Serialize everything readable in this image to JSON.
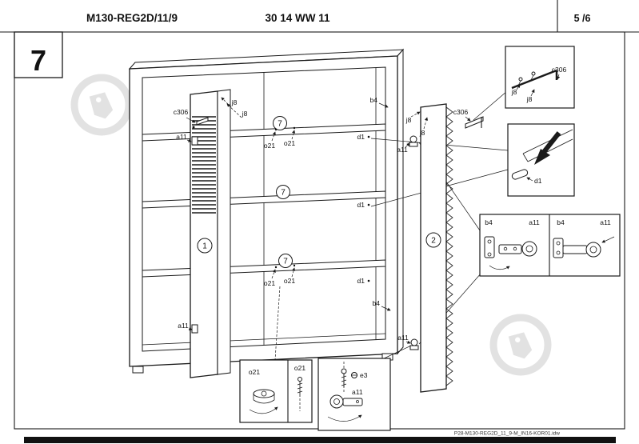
{
  "header": {
    "model": "M130-REG2D/11/9",
    "product_code": "30 14 WW 11",
    "page_indicator": "5 /6"
  },
  "step": {
    "number": "7"
  },
  "parts": {
    "left_door": "1",
    "right_door": "2",
    "shelf": "7"
  },
  "labels": {
    "c306": "c306",
    "j8": "j8",
    "a11": "a11",
    "b4": "b4",
    "d1": "d1",
    "o21": "o21",
    "e3": "e3"
  },
  "footer": {
    "document_code": "P28-M130-REG2D_11_9-M_IN16-KOR01.idw"
  }
}
